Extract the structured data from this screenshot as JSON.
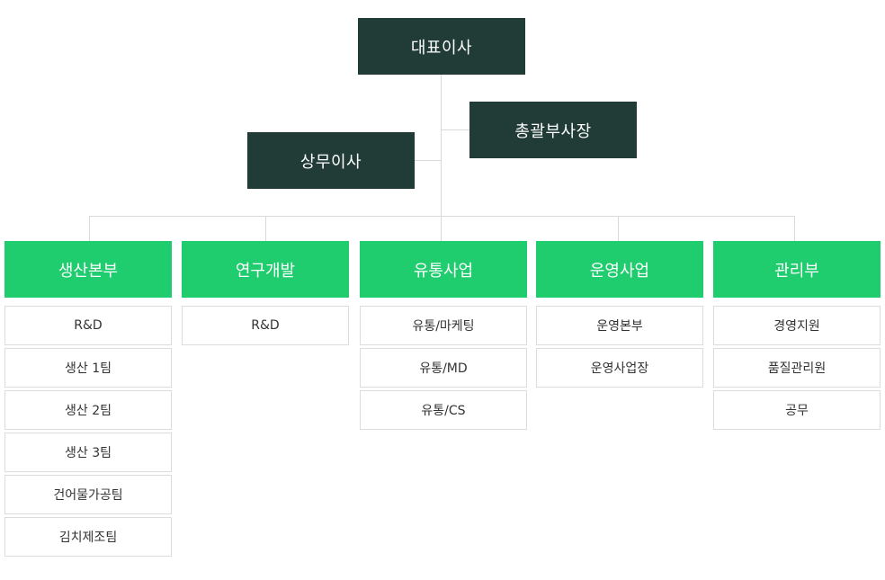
{
  "colors": {
    "executive": "#213c37",
    "department": "#1fcc6e",
    "line": "#d9d9d9",
    "sub_border": "#dcdcdc"
  },
  "executives": {
    "ceo": "대표이사",
    "vp": "총괄부사장",
    "md": "상무이사"
  },
  "departments": [
    {
      "name": "생산본부",
      "units": [
        "R&D",
        "생산 1팀",
        "생산 2팀",
        "생산 3팀",
        "건어물가공팀",
        "김치제조팀"
      ]
    },
    {
      "name": "연구개발",
      "units": [
        "R&D"
      ]
    },
    {
      "name": "유통사업",
      "units": [
        "유통/마케팅",
        "유통/MD",
        "유통/CS"
      ]
    },
    {
      "name": "운영사업",
      "units": [
        "운영본부",
        "운영사업장"
      ]
    },
    {
      "name": "관리부",
      "units": [
        "경영지원",
        "품질관리원",
        "공무"
      ]
    }
  ]
}
